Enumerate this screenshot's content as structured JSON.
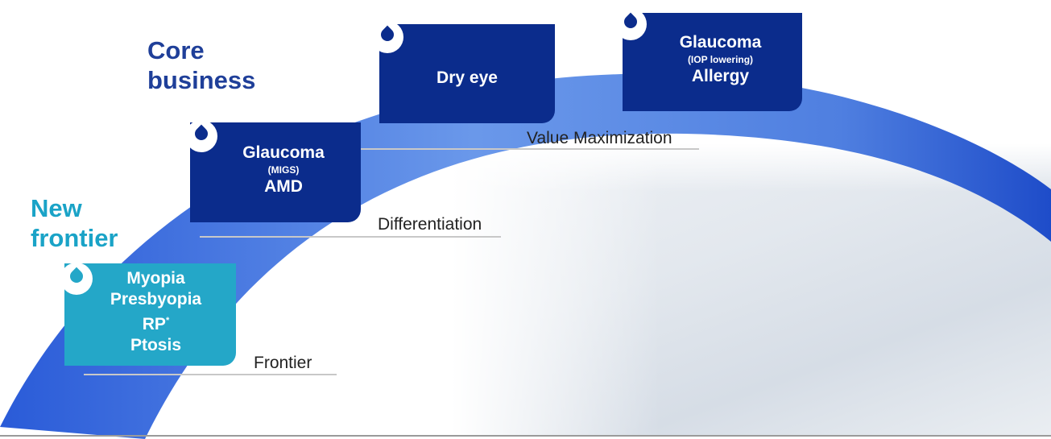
{
  "headings": {
    "core": [
      "Core",
      "business"
    ],
    "frontier": [
      "New",
      "frontier"
    ]
  },
  "boxes": {
    "dry_eye": {
      "title": "Dry eye"
    },
    "glaucoma_iop": {
      "title": "Glaucoma",
      "sub": "(IOP lowering)",
      "title2": "Allergy"
    },
    "glaucoma_migs": {
      "title": "Glaucoma",
      "sub": "(MIGS)",
      "title2": "AMD"
    },
    "frontier_box": {
      "lines": [
        "Myopia",
        "Presbyopia",
        "RP",
        "Ptosis"
      ],
      "rp_mark": "*"
    }
  },
  "tiers": {
    "value": "Value Maximization",
    "differentiation": "Differentiation",
    "frontier": "Frontier"
  },
  "colors": {
    "navy": "#0b2c8c",
    "teal": "#24a7c8",
    "arc_light": "#6a98ea",
    "arc_dark": "#1e4cc9",
    "heading_blue": "#1f3f99",
    "heading_teal": "#1aa3c7"
  },
  "icons": [
    "drop-icon"
  ]
}
